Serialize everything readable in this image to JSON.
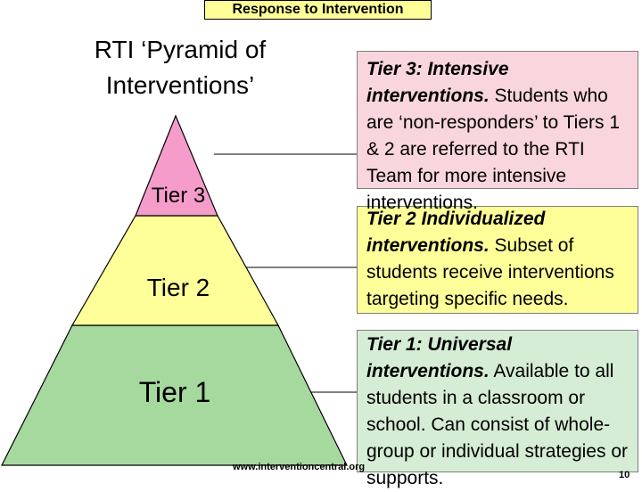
{
  "header": {
    "title": "Response to Intervention"
  },
  "pyramid": {
    "title_line1": "RTI ‘Pyramid of",
    "title_line2": "Interventions’",
    "tiers": [
      {
        "label": "Tier 3",
        "color": "#f59ccb"
      },
      {
        "label": "Tier 2",
        "color": "#ffff99"
      },
      {
        "label": "Tier 1",
        "color": "#a6d99e"
      }
    ]
  },
  "descriptions": [
    {
      "heading": "Tier 3: Intensive interventions.",
      "body": "Students who are ‘non-responders’ to Tiers 1 & 2 are referred to the RTI Team for more intensive interventions.",
      "color": "#f9d5dd"
    },
    {
      "heading": "Tier 2 Individualized interventions.",
      "body": "Subset of students receive interventions targeting specific needs.",
      "color": "#ffff99"
    },
    {
      "heading": "Tier 1: Universal interventions.",
      "body": "Available to all students in a classroom or school. Can consist of whole-group or individual strategies or supports.",
      "color": "#d5ecd5"
    }
  ],
  "footer": {
    "url": "www.interventioncentral.org",
    "page_number": "10"
  }
}
